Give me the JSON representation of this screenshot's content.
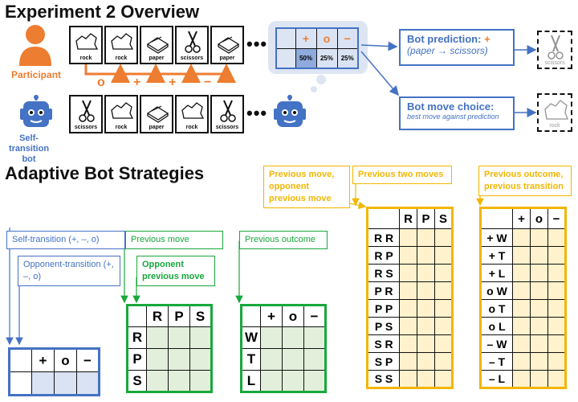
{
  "title_top": "Experiment 2 Overview",
  "title_bottom": "Adaptive Bot Strategies",
  "participant_label": "Participant",
  "bot_label": "Self-transition bot",
  "participant_moves": [
    "rock",
    "rock",
    "paper",
    "scissors",
    "paper"
  ],
  "bot_moves": [
    "scissors",
    "rock",
    "paper",
    "rock",
    "scissors"
  ],
  "transitions": [
    "o",
    "+",
    "+",
    "−"
  ],
  "ellipsis": "•••",
  "prediction_table": {
    "headers": [
      "+",
      "o",
      "−"
    ],
    "values": [
      "50%",
      "25%",
      "25%"
    ]
  },
  "prediction_box": {
    "title": "Bot prediction: +",
    "title_main": "Bot prediction:",
    "title_symbol": "+",
    "detail": "(paper → scissors)",
    "card_label": "scissors"
  },
  "choice_box": {
    "title": "Bot move choice:",
    "detail": "best move against prediction",
    "card_label": "rock"
  },
  "strategies": {
    "self_transition": "Self-transition (+, –, o)",
    "opponent_transition": "Opponent-transition (+, –, o)",
    "previous_move": "Previous move",
    "opponent_previous_move": "Opponent previous move",
    "previous_outcome": "Previous outcome",
    "prev_move_opp_prev_move": "Previous move, opponent previous move",
    "previous_two_moves": "Previous two moves",
    "prev_outcome_prev_transition": "Previous outcome, previous transition"
  },
  "tables": {
    "transition_headers": [
      "+",
      "o",
      "−"
    ],
    "move_headers": [
      "R",
      "P",
      "S"
    ],
    "move_rows": [
      "R",
      "P",
      "S"
    ],
    "outcome_rows": [
      "W",
      "T",
      "L"
    ],
    "two_move_rows": [
      "R R",
      "R P",
      "R S",
      "P R",
      "P P",
      "P S",
      "S R",
      "S P",
      "S S"
    ],
    "outcome_transition_rows": [
      "+ W",
      "+ T",
      "+ L",
      "o W",
      "o T",
      "o L",
      "– W",
      "– T",
      "– L"
    ]
  },
  "colors": {
    "orange": "#ed7d31",
    "blue": "#4472c4",
    "green": "#18a83c",
    "gold": "#f2b600"
  }
}
